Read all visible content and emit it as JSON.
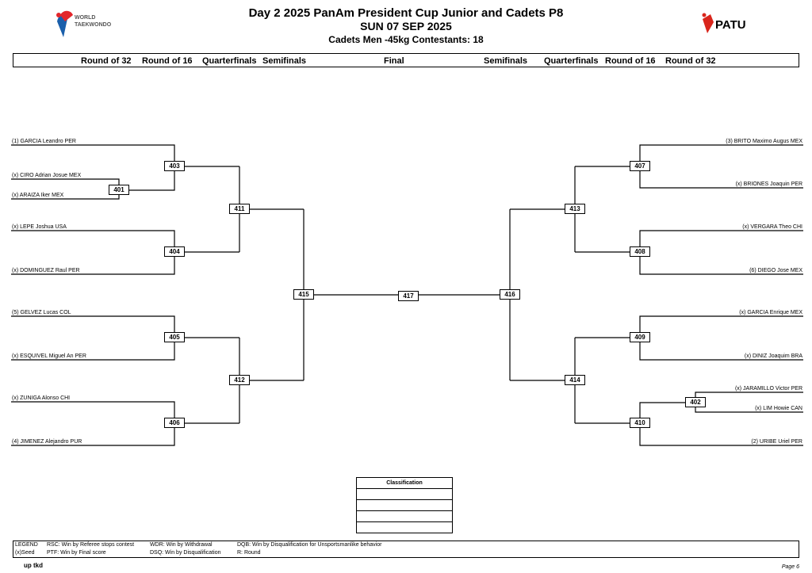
{
  "header": {
    "title": "Day 2 2025 PanAm President Cup  Junior and Cadets P8",
    "date": "SUN 07 SEP 2025",
    "category": "Cadets  Men -45kg  Contestants: 18",
    "logo_left_text": [
      "WORLD",
      "TAEKWONDO"
    ],
    "logo_right_text": "PATU"
  },
  "rounds": [
    "Round of 32",
    "Round of 16",
    "Quarterfinals",
    "Semifinals",
    "Final",
    "Semifinals",
    "Quarterfinals",
    "Round of 16",
    "Round of 32"
  ],
  "left_players": [
    "(1) GARCIA Leandro PER",
    "(x) CIRO Adrian Josue MEX",
    "(x) ARAIZA Iker MEX",
    "(x) LEPE Joshua USA",
    "(x) DOMINGUEZ Raul PER",
    "(5) GELVEZ Lucas COL",
    "(x) ESQUIVEL Miguel An PER",
    "(x) ZUNIGA Alonso CHI",
    "(4) JIMENEZ Alejandro PUR"
  ],
  "right_players": [
    "(3) BRITO Maximo Augus MEX",
    "(x) BRIONES Joaquin PER",
    "(x) VERGARA Theo CHI",
    "(6) DIEGO Jose MEX",
    "(x) GARCIA Enrique MEX",
    "(x) DINIZ Joaquim BRA",
    "(x) JARAMILLO Victor PER",
    "(x) LIM Howie CAN",
    "(2) URIBE Uriel PER"
  ],
  "matches": {
    "m401": "401",
    "m402": "402",
    "m403": "403",
    "m404": "404",
    "m405": "405",
    "m406": "406",
    "m407": "407",
    "m408": "408",
    "m409": "409",
    "m410": "410",
    "m411": "411",
    "m412": "412",
    "m413": "413",
    "m414": "414",
    "m415": "415",
    "m416": "416",
    "m417": "417"
  },
  "classification": {
    "title": "Classification",
    "rows": [
      "",
      "",
      "",
      ""
    ]
  },
  "legend": {
    "title": "LEGEND",
    "seed": "(x)Seed",
    "rsc": "RSC: Win by Referee stops contest",
    "ptf": "PTF: Win by Final score",
    "wdr": "WDR: Win by Withdrawal",
    "dsq": "DSQ: Win by Disqualification",
    "dqb": "DQB: Win by Disqualification for Unsportsmanlike behavior",
    "r": "R: Round"
  },
  "footer": {
    "logo": "up tkd",
    "page": "Page 6"
  },
  "colors": {
    "line": "#000000",
    "wt_red": "#e3262b",
    "wt_blue": "#1a5fab",
    "patu_red": "#d9261c"
  }
}
